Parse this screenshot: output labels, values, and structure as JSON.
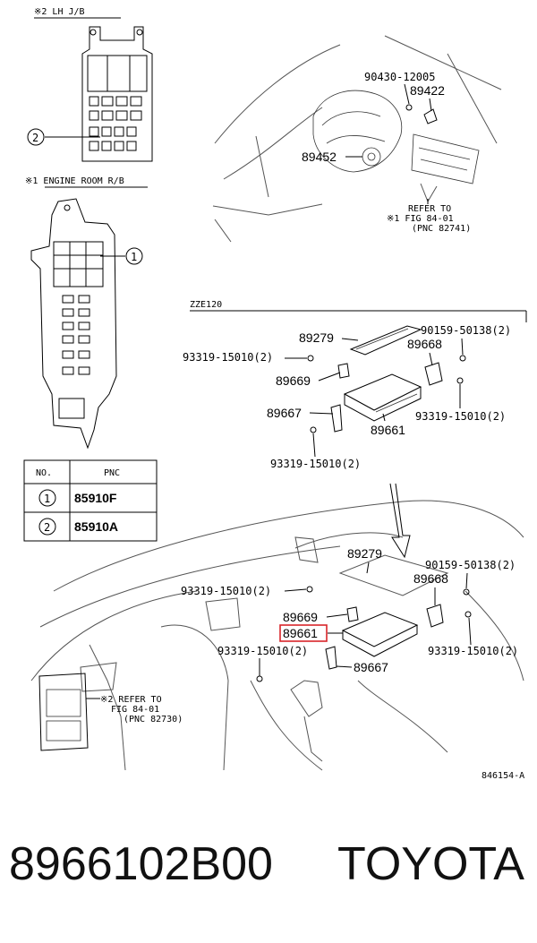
{
  "headers": {
    "lh_jb": "※2 LH J/B",
    "engine_room_rb": "※1 ENGINE ROOM R/B",
    "zze120": "ZZE120"
  },
  "callouts": {
    "c1": "1",
    "c2": "2"
  },
  "labels": {
    "p90430": "90430-12005",
    "p89422": "89422",
    "p89452": "89452",
    "refer1_l1": "REFER TO",
    "refer1_l2": "※1 FIG 84-01",
    "refer1_l3": "(PNC 82741)",
    "z_89279": "89279",
    "z_90159": "90159-50138(2)",
    "z_93319_a": "93319-15010(2)",
    "z_89668": "89668",
    "z_89669": "89669",
    "z_89667": "89667",
    "z_93319_b": "93319-15010(2)",
    "z_89661": "89661",
    "z_93319_c": "93319-15010(2)",
    "b_89279": "89279",
    "b_90159": "90159-50138(2)",
    "b_93319_a": "93319-15010(2)",
    "b_89668": "89668",
    "b_89669": "89669",
    "b_89661": "89661",
    "b_93319_b": "93319-15010(2)",
    "b_93319_c": "93319-15010(2)",
    "b_89667": "89667",
    "refer2_l1": "※2 REFER TO",
    "refer2_l2": "FIG 84-01",
    "refer2_l3": "(PNC 82730)",
    "diagram_code": "846154-A"
  },
  "pnc_table": {
    "headers": [
      "NO.",
      "PNC"
    ],
    "rows": [
      {
        "no": "1",
        "pnc": "85910F"
      },
      {
        "no": "2",
        "pnc": "85910A"
      }
    ]
  },
  "highlight_color": "#d9252a",
  "footer": {
    "part_number": "8966102B00",
    "brand": "TOYOTA"
  }
}
